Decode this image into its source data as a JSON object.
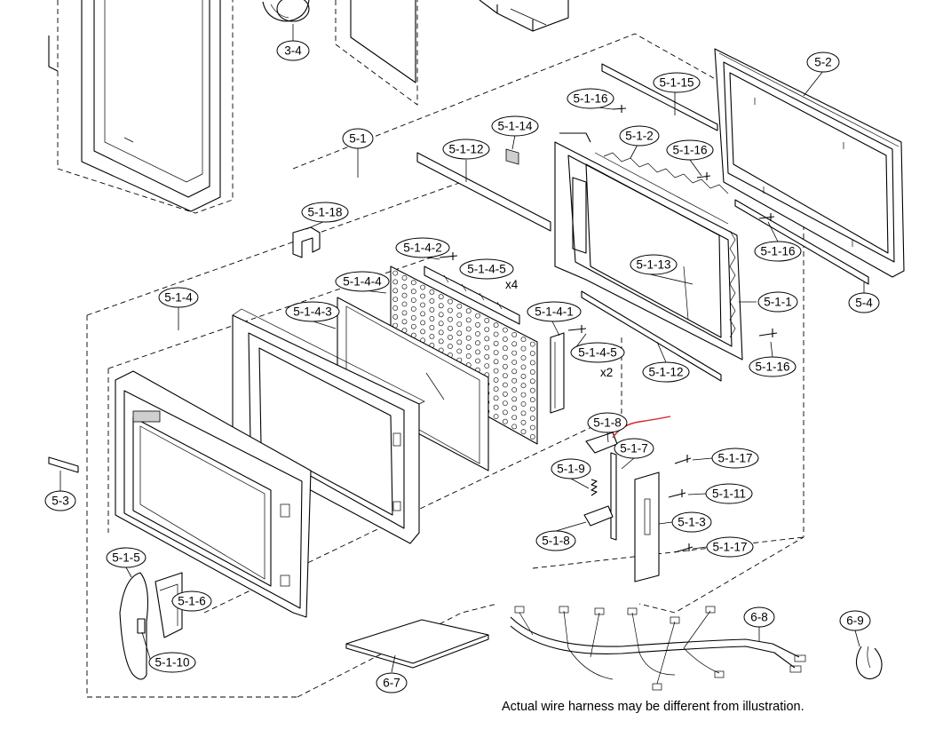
{
  "labels": {
    "p3_4": "3-4",
    "p5_2": "5-2",
    "p5_1_15": "5-1-15",
    "p5_1_16a": "5-1-16",
    "p5_1_14": "5-1-14",
    "p5_1_2": "5-1-2",
    "p5_1_16b": "5-1-16",
    "p5_1": "5-1",
    "p5_1_12a": "5-1-12",
    "p5_1_18": "5-1-18",
    "p5_1_16c": "5-1-16",
    "p5_1_4_2": "5-1-4-2",
    "p5_1_4_5a": "5-1-4-5",
    "p5_1_13": "5-1-13",
    "p5_4": "5-4",
    "p5_1_4": "5-1-4",
    "p5_1_4_4": "5-1-4-4",
    "p5_1_4_3": "5-1-4-3",
    "p5_1_1": "5-1-1",
    "p5_1_4_1": "5-1-4-1",
    "p5_1_4_5b": "5-1-4-5",
    "p5_1_16d": "5-1-16",
    "p5_1_12b": "5-1-12",
    "p5_1_8a": "5-1-8",
    "p5_1_7": "5-1-7",
    "p5_1_17a": "5-1-17",
    "p5_1_9": "5-1-9",
    "p5_1_11": "5-1-11",
    "p5_3": "5-3",
    "p5_1_3": "5-1-3",
    "p5_1_8b": "5-1-8",
    "p5_1_17b": "5-1-17",
    "p5_1_5": "5-1-5",
    "p5_1_6": "5-1-6",
    "p6_8": "6-8",
    "p6_9": "6-9",
    "p5_1_10": "5-1-10",
    "p6_7": "6-7"
  },
  "quantities": {
    "q_x4": "x4",
    "q_x2": "x2"
  },
  "note": "Actual wire harness may be different from illustration.",
  "colors": {
    "line": "#000000",
    "background": "#ffffff",
    "annotation_mark": "#d42020"
  }
}
